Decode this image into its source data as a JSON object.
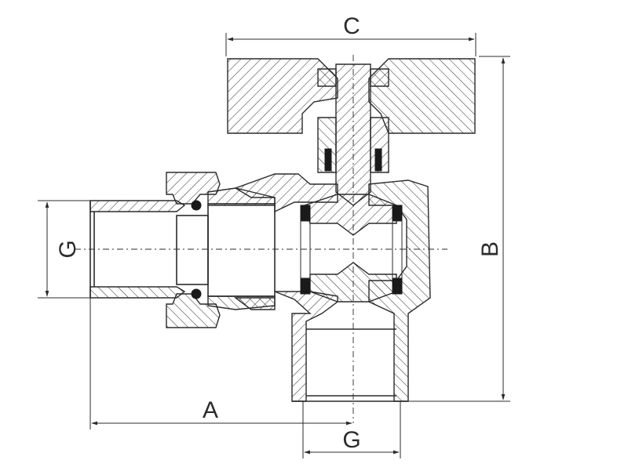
{
  "dimensions": {
    "a": "A",
    "b": "B",
    "c": "C",
    "g_inlet": "G",
    "g_outlet": "G"
  }
}
